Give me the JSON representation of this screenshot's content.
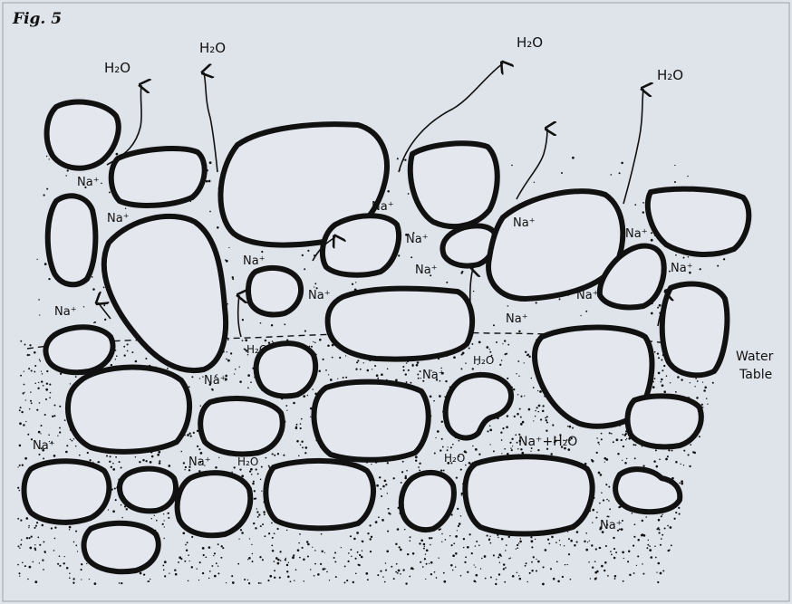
{
  "figure": {
    "label": "Fig. 5",
    "water_table_label_line1": "Water",
    "water_table_label_line2": "Table"
  },
  "labels": {
    "water": "H₂O",
    "sodium": "Na⁺",
    "sodium_plus_water": "Na⁺+H₂O"
  },
  "colors": {
    "background": "#dfe3ea",
    "ink": "#111111",
    "grain_fill": "#e4e7ee"
  }
}
